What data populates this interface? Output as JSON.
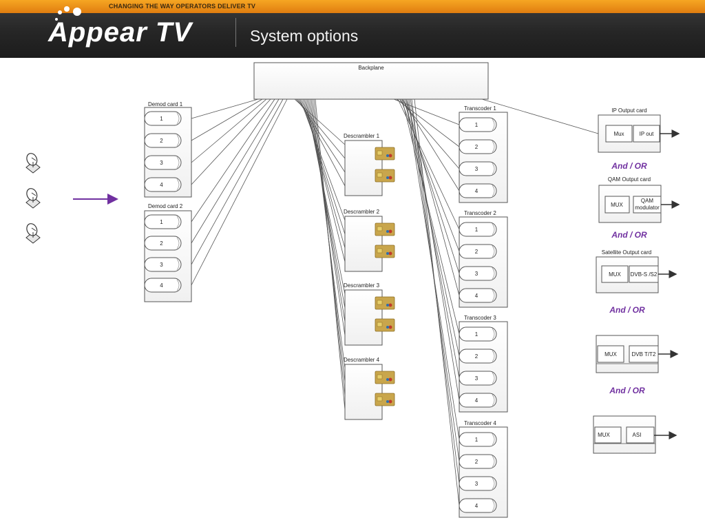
{
  "header": {
    "tagline": "CHANGING THE WAY OPERATORS DELIVER TV",
    "brand": "Appear TV",
    "title": "System options"
  },
  "backplane": {
    "label": "Backplane"
  },
  "demod_cards": [
    {
      "label": "Demod card 1",
      "ports": [
        "1",
        "2",
        "3",
        "4"
      ]
    },
    {
      "label": "Demod card 2",
      "ports": [
        "1",
        "2",
        "3",
        "4"
      ]
    }
  ],
  "descramblers": [
    {
      "label": "Descrambler 1"
    },
    {
      "label": "Descrambler 2"
    },
    {
      "label": "Descrambler 3"
    },
    {
      "label": "Descrambler 4"
    }
  ],
  "transcoders": [
    {
      "label": "Transcoder 1",
      "ports": [
        "1",
        "2",
        "3",
        "4"
      ]
    },
    {
      "label": "Transcoder 2",
      "ports": [
        "1",
        "2",
        "3",
        "4"
      ]
    },
    {
      "label": "Transcoder 3",
      "ports": [
        "1",
        "2",
        "3",
        "4"
      ]
    },
    {
      "label": "Transcoder 4",
      "ports": [
        "1",
        "2",
        "3",
        "4"
      ]
    }
  ],
  "outputs": {
    "ip": {
      "title": "IP Output card",
      "left": "Mux",
      "right": "IP out"
    },
    "qam": {
      "title": "QAM Output card",
      "left": "MUX",
      "right_line1": "QAM",
      "right_line2": "modulator"
    },
    "satellite": {
      "title": "Satellite Output card",
      "left": "MUX",
      "right": "DVB-S /S2"
    },
    "dvbt": {
      "left": "MUX",
      "right": "DVB T/T2"
    },
    "asi": {
      "left": "MUX",
      "right": "ASI"
    },
    "or_label": "And / OR"
  },
  "colors": {
    "accent_purple": "#7030a0",
    "banner_orange": "#f39a1e"
  },
  "icons": {
    "dish": "satellite-dish-icon",
    "smartcard": "smartcard-icon"
  }
}
